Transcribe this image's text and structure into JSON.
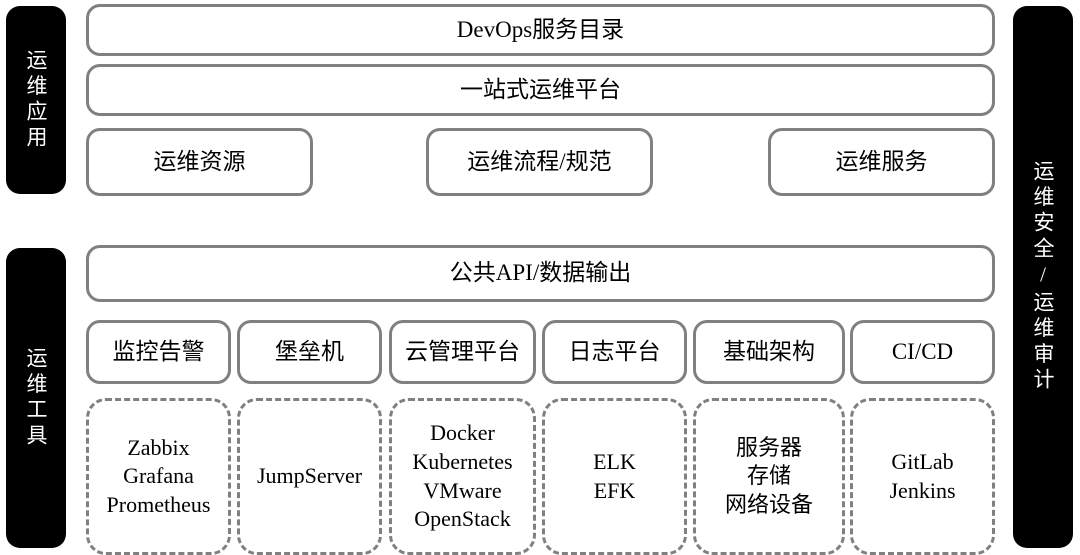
{
  "colors": {
    "band_background": "#000000",
    "band_text": "#ffffff",
    "box_border": "#808080",
    "box_background": "#ffffff",
    "text": "#000000",
    "canvas": "#ffffff"
  },
  "left_bands": [
    {
      "id": "ops-application",
      "label": "运维应用"
    },
    {
      "id": "ops-tools",
      "label": "运维工具"
    }
  ],
  "right_band": {
    "id": "ops-security-audit",
    "label": "运维安全/运维审计"
  },
  "application_layer": {
    "top_bars": [
      {
        "id": "devops-service-catalog",
        "label": "DevOps服务目录"
      },
      {
        "id": "one-stop-ops-platform",
        "label": "一站式运维平台"
      }
    ],
    "domains": [
      {
        "id": "ops-resource",
        "label": "运维资源"
      },
      {
        "id": "ops-process-standard",
        "label": "运维流程/规范"
      },
      {
        "id": "ops-service",
        "label": "运维服务"
      }
    ]
  },
  "tools_layer": {
    "api_bar": {
      "id": "public-api-data-output",
      "label": "公共API/数据输出"
    },
    "categories": [
      {
        "id": "monitoring-alerting",
        "label": "监控告警",
        "implementations": "Zabbix\nGrafana\nPrometheus"
      },
      {
        "id": "bastion-host",
        "label": "堡垒机",
        "implementations": "JumpServer"
      },
      {
        "id": "cloud-management-platform",
        "label": "云管理平台",
        "implementations": "Docker\nKubernetes\nVMware\nOpenStack"
      },
      {
        "id": "logging-platform",
        "label": "日志平台",
        "implementations": "ELK\nEFK"
      },
      {
        "id": "infrastructure",
        "label": "基础架构",
        "implementations": "服务器\n存储\n网络设备"
      },
      {
        "id": "ci-cd",
        "label": "CI/CD",
        "implementations": "GitLab\nJenkins"
      }
    ]
  }
}
